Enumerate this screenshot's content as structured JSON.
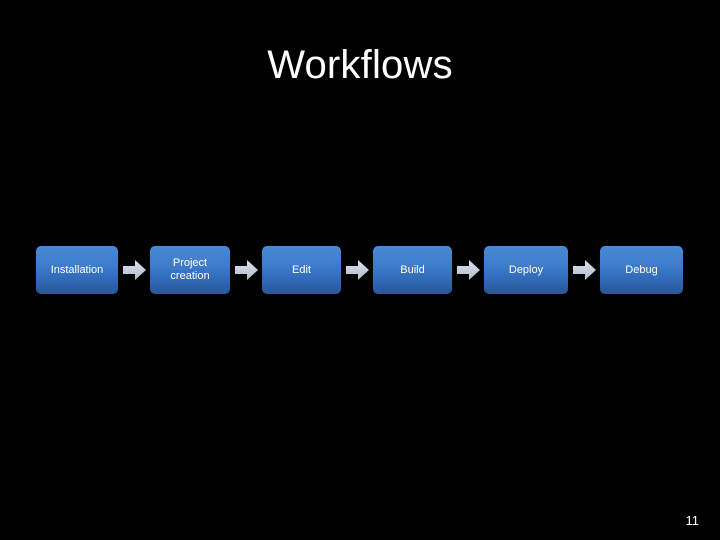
{
  "slide": {
    "title": "Workflows",
    "background_color": "#000000",
    "title_color": "#ffffff",
    "page_number": "11"
  },
  "flow": {
    "arrow_icon_name": "right-arrow-icon",
    "arrow_color": "#c3ccda",
    "box_color_top": "#4a8ad4",
    "box_color_bottom": "#2a5699",
    "box_text_color": "#ffffff",
    "steps": [
      {
        "label": "Installation",
        "width": 82
      },
      {
        "label": "Project\ncreation",
        "width": 80
      },
      {
        "label": "Edit",
        "width": 79
      },
      {
        "label": "Build",
        "width": 79
      },
      {
        "label": "Deploy",
        "width": 84
      },
      {
        "label": "Debug",
        "width": 83
      }
    ]
  }
}
